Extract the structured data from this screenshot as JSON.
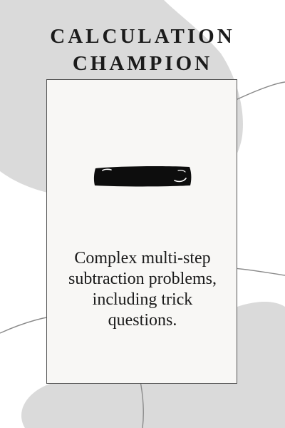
{
  "title": {
    "line1": "CALCULATION",
    "line2": "CHAMPION"
  },
  "card": {
    "icon": "minus-sign-icon",
    "description_lines": [
      "Complex multi-step",
      "subtraction problems,",
      "including trick",
      "questions."
    ]
  },
  "colors": {
    "background": "#ffffff",
    "blob": "#dadada",
    "card": "#f8f7f5",
    "line": "#8a8a8a",
    "text": "#1b1b1b"
  }
}
